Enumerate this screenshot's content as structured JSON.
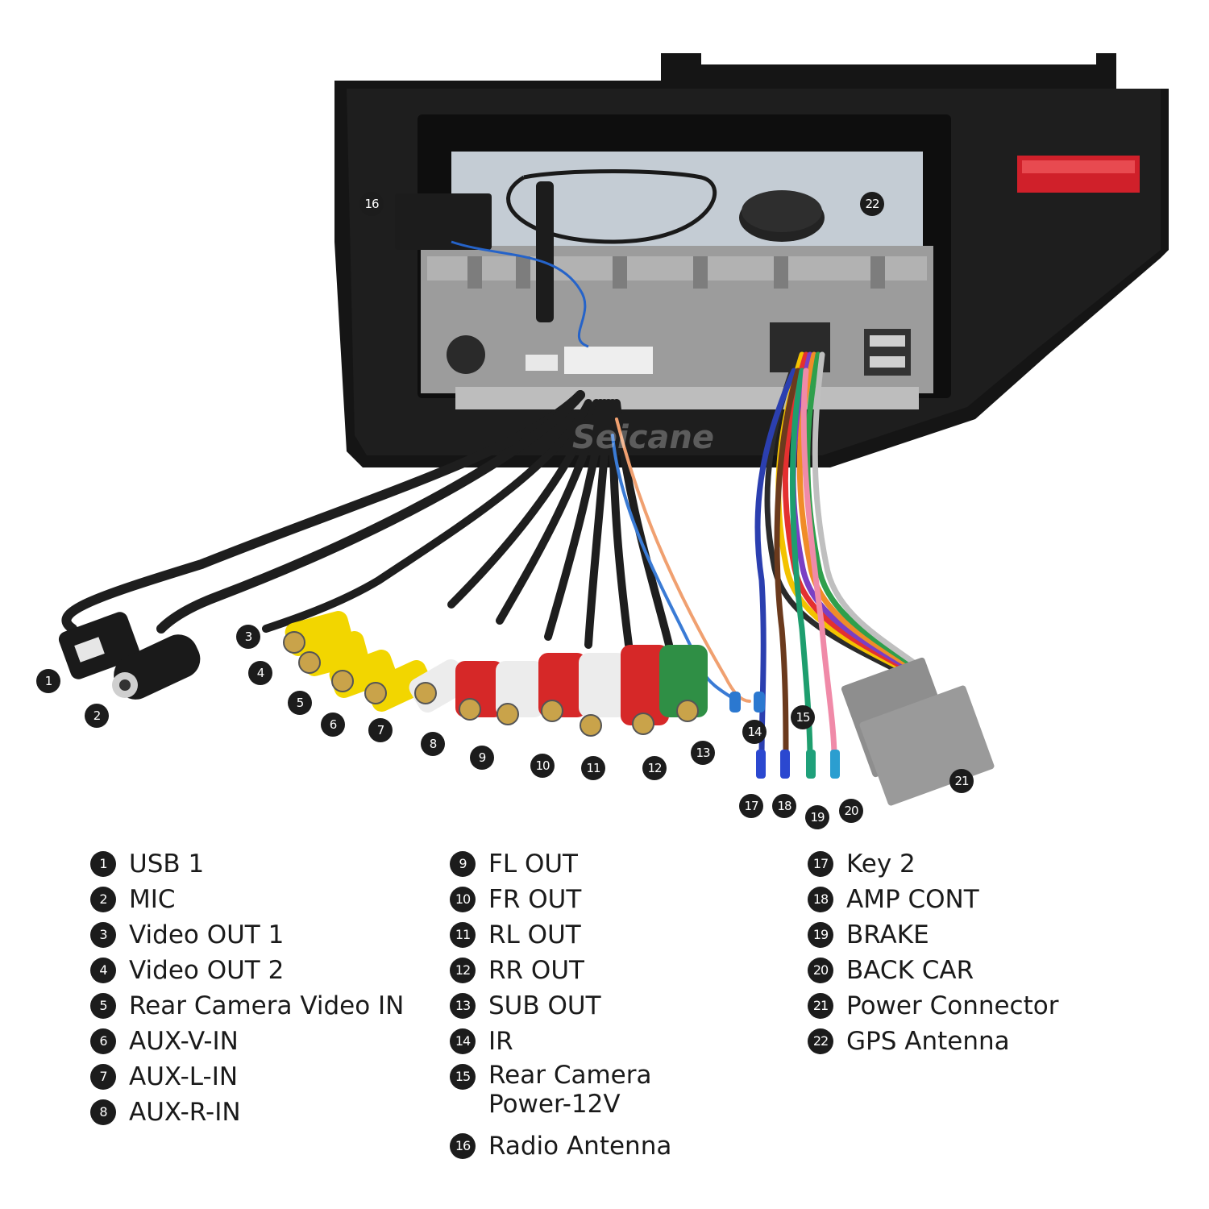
{
  "watermark": "Seicane",
  "callouts": [
    "1",
    "2",
    "3",
    "4",
    "5",
    "6",
    "7",
    "8",
    "9",
    "10",
    "11",
    "12",
    "13",
    "14",
    "15",
    "16",
    "17",
    "18",
    "19",
    "20",
    "21",
    "22"
  ],
  "legend": {
    "col1": [
      {
        "num": "1",
        "label": "USB 1"
      },
      {
        "num": "2",
        "label": "MIC"
      },
      {
        "num": "3",
        "label": "Video OUT 1"
      },
      {
        "num": "4",
        "label": "Video OUT 2"
      },
      {
        "num": "5",
        "label": "Rear Camera Video IN"
      },
      {
        "num": "6",
        "label": "AUX-V-IN"
      },
      {
        "num": "7",
        "label": "AUX-L-IN"
      },
      {
        "num": "8",
        "label": "AUX-R-IN"
      }
    ],
    "col2": [
      {
        "num": "9",
        "label": "FL OUT"
      },
      {
        "num": "10",
        "label": "FR OUT"
      },
      {
        "num": "11",
        "label": "RL OUT"
      },
      {
        "num": "12",
        "label": "RR OUT"
      },
      {
        "num": "13",
        "label": "SUB OUT"
      },
      {
        "num": "14",
        "label": "IR"
      },
      {
        "num": "15",
        "label": "Rear Camera Power-12V"
      },
      {
        "num": "16",
        "label": "Radio Antenna"
      }
    ],
    "col3": [
      {
        "num": "17",
        "label": "Key 2"
      },
      {
        "num": "18",
        "label": "AMP CONT"
      },
      {
        "num": "19",
        "label": "BRAKE"
      },
      {
        "num": "20",
        "label": "BACK CAR"
      },
      {
        "num": "21",
        "label": "Power Connector"
      },
      {
        "num": "22",
        "label": "GPS Antenna"
      }
    ]
  },
  "colors": {
    "frame": "#141414",
    "chassis": "#9c9c9c",
    "cable": "#1e1e1e",
    "rca_yellow": "#f2d600",
    "rca_white": "#ececec",
    "rca_red": "#d62828",
    "rca_green": "#2f8f45",
    "connector_gray": "#8e8e8e",
    "reflector_red": "#d0202a"
  }
}
